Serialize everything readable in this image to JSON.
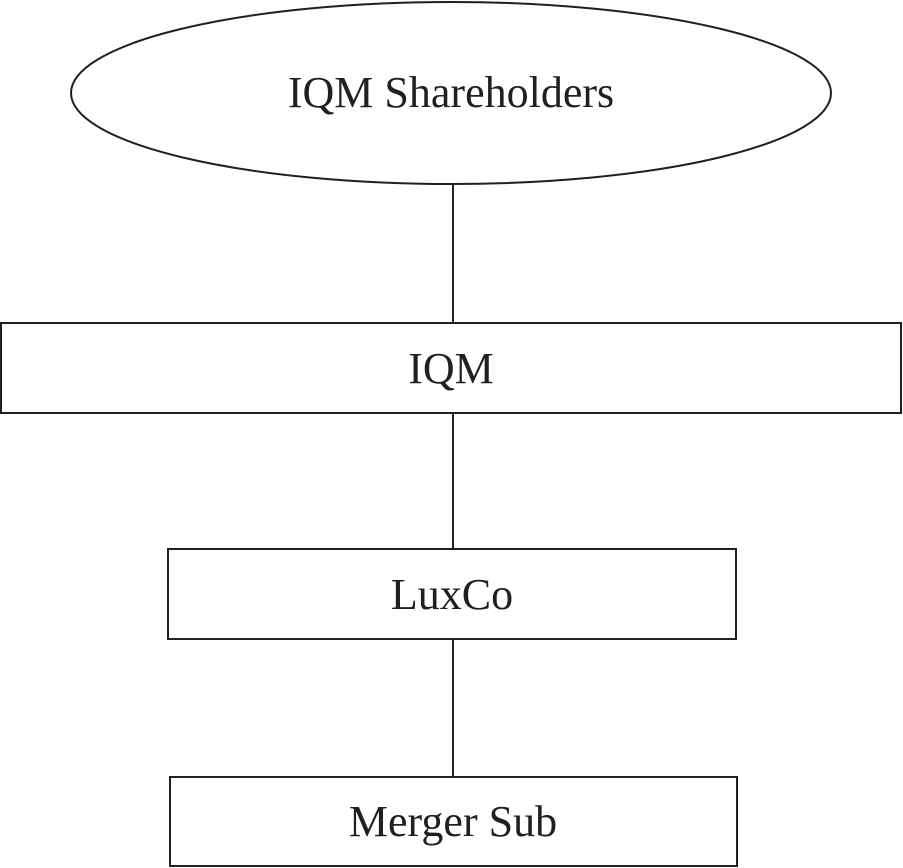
{
  "diagram": {
    "nodes": {
      "shareholders": {
        "label": "IQM Shareholders"
      },
      "iqm": {
        "label": "IQM"
      },
      "luxco": {
        "label": "LuxCo"
      },
      "merger_sub": {
        "label": "Merger Sub"
      }
    }
  }
}
